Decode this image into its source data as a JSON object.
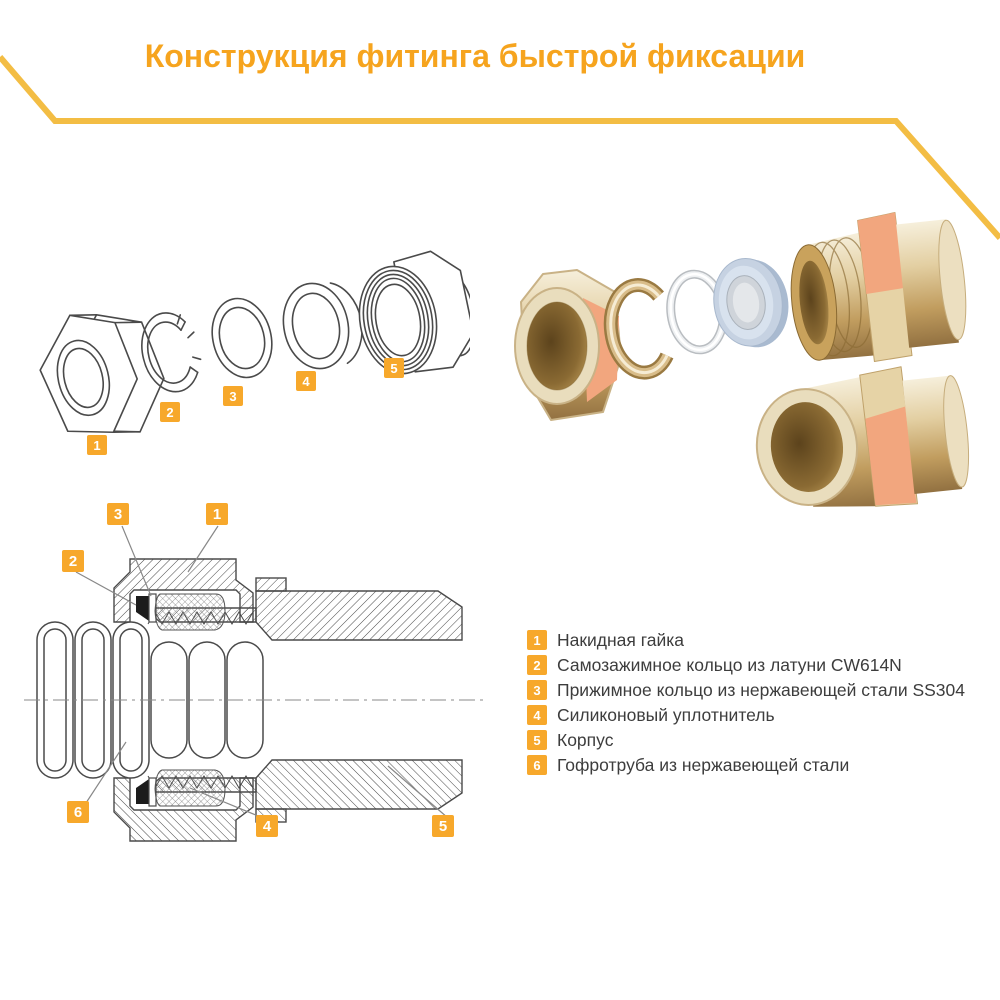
{
  "title": "Конструкция фитинга быстрой фиксации",
  "colors": {
    "accent_orange": "#F6A41E",
    "corner_line_yellow": "#F3BD44",
    "marker_orange": "#F7A82B",
    "text_dark": "#3d3d3d",
    "brass_light": "#F6EFDB",
    "brass_dark": "#8A6A33",
    "salmon_reflection": "#F2A67E",
    "steel_ring": "#EEF0F2",
    "silicone_blue": "#C6D2E2"
  },
  "exploded_view": {
    "markers": [
      "1",
      "2",
      "3",
      "4",
      "5"
    ]
  },
  "cross_section": {
    "markers": [
      "1",
      "2",
      "3",
      "4",
      "5",
      "6"
    ]
  },
  "legend": {
    "items": [
      {
        "num": "1",
        "label": "Накидная гайка"
      },
      {
        "num": "2",
        "label": "Самозажимное кольцо из латуни CW614N"
      },
      {
        "num": "3",
        "label": "Прижимное кольцо из нержавеющей стали SS304"
      },
      {
        "num": "4",
        "label": "Силиконовый уплотнитель"
      },
      {
        "num": "5",
        "label": "Корпус"
      },
      {
        "num": "6",
        "label": "Гофротруба из нержавеющей стали"
      }
    ]
  }
}
